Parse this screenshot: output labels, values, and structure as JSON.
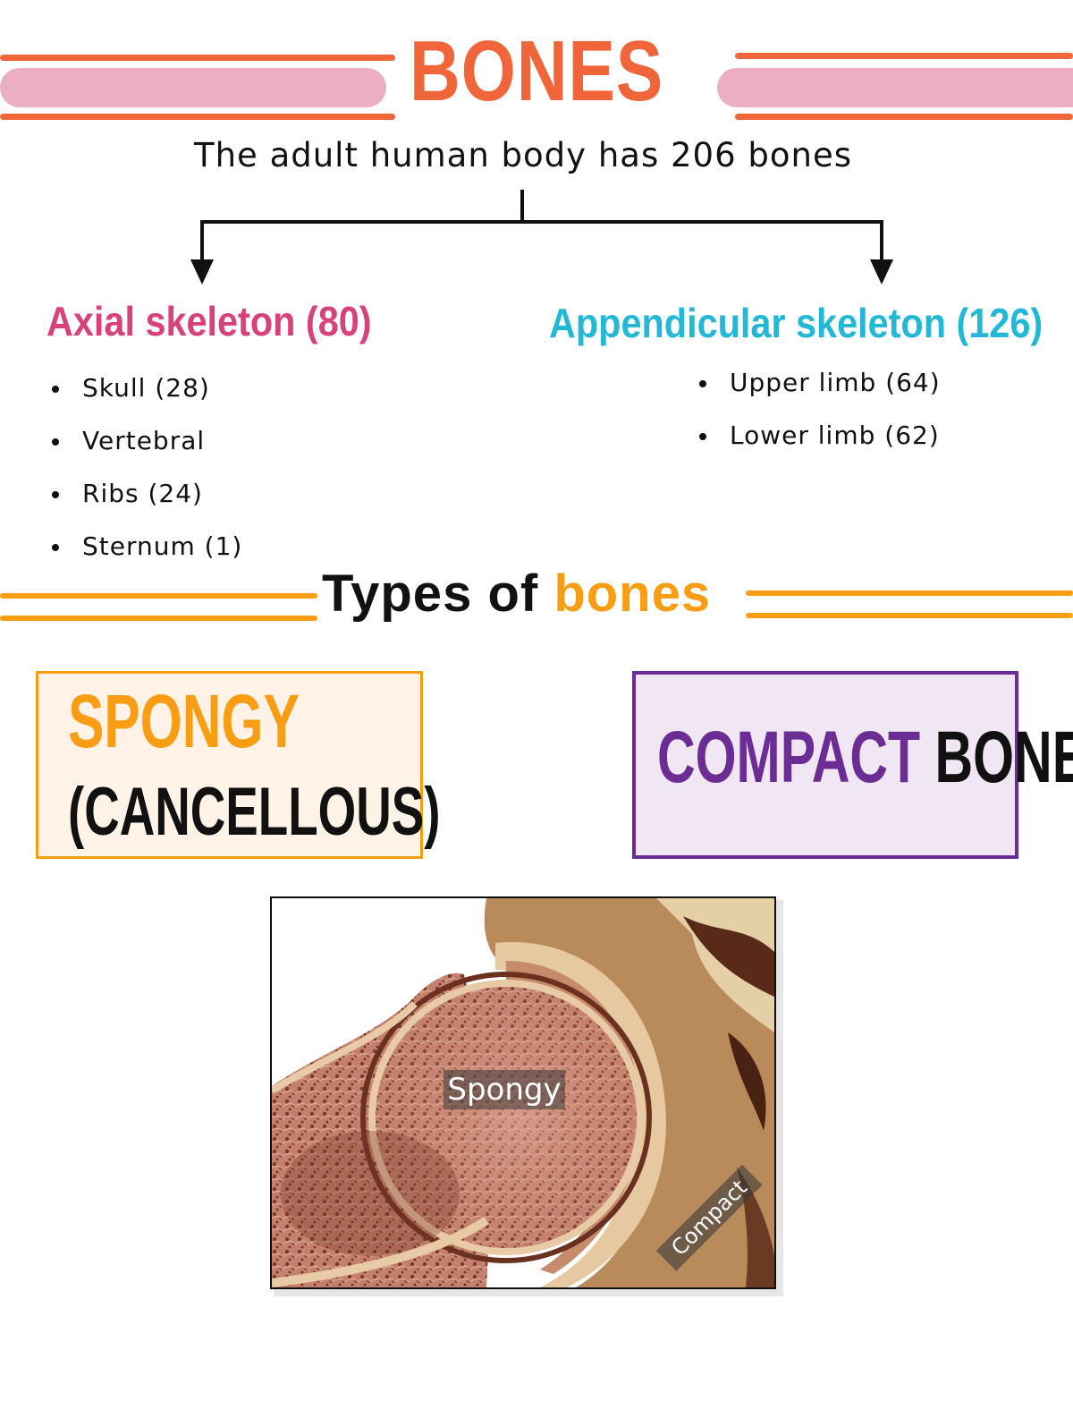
{
  "title": "BONES",
  "subtitle": "The adult human body has 206 bones",
  "axial": {
    "heading": "Axial skeleton (80)",
    "items": [
      "Skull (28)",
      "Vertebral",
      "Ribs (24)",
      "Sternum (1)"
    ]
  },
  "appendicular": {
    "heading": "Appendicular skeleton (126)",
    "items": [
      "Upper limb (64)",
      "Lower limb (62)"
    ]
  },
  "types": {
    "word1": "Types of",
    "word2": "bones"
  },
  "spongy": {
    "line1": "SPONGY",
    "line2": "(CANCELLOUS)"
  },
  "compact": {
    "word1": "COMPACT",
    "word2": "BONE"
  },
  "photo": {
    "label_spongy": "Spongy",
    "label_compact": "Compact"
  },
  "colors": {
    "orange": "#f0653a",
    "pink_bar": "#ecaec4",
    "magenta": "#d9417a",
    "cyan": "#22b8d6",
    "amber": "#f99d14",
    "purple": "#6b2c93",
    "spongy_bg": "#fff3e7",
    "compact_bg": "#f1e6f4"
  }
}
